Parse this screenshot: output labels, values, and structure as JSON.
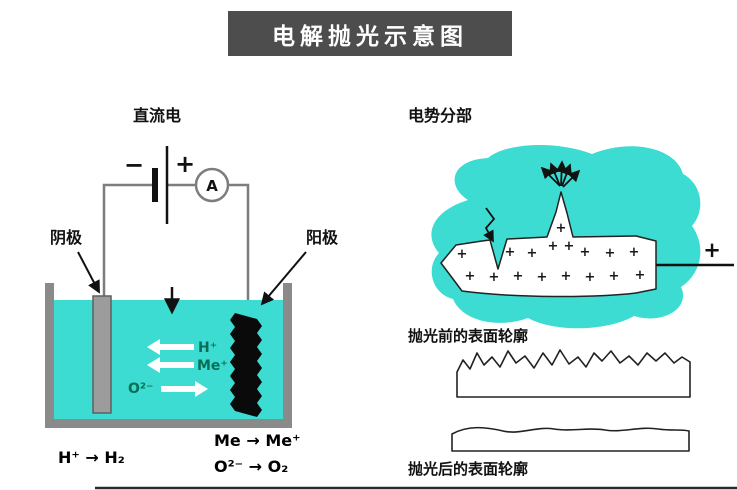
{
  "title": "电解抛光示意图",
  "colors": {
    "titlebar_bg": "#4d4d4d",
    "electrolyte": "#3cdcd3",
    "tank_wall": "#8a8a8a",
    "cathode_fill": "#9c9c9c",
    "ion_label": "#0a6e54"
  },
  "left_panel": {
    "power_label": "直流电",
    "battery_minus": "−",
    "battery_plus": "+",
    "ammeter_label": "A",
    "cathode_label": "阴极",
    "anode_label": "阳极",
    "ion_h": "H⁺",
    "ion_me": "Me⁺",
    "ion_o": "O²⁻",
    "equations": [
      "H⁺ → H₂",
      "Me → Me⁺",
      "O²⁻ → O₂"
    ]
  },
  "right_panel": {
    "potential_label": "电势分部",
    "plus": "+",
    "electrode_plus": "+",
    "before_label": "抛光前的表面轮廓",
    "after_label": "抛光后的表面轮廓"
  }
}
